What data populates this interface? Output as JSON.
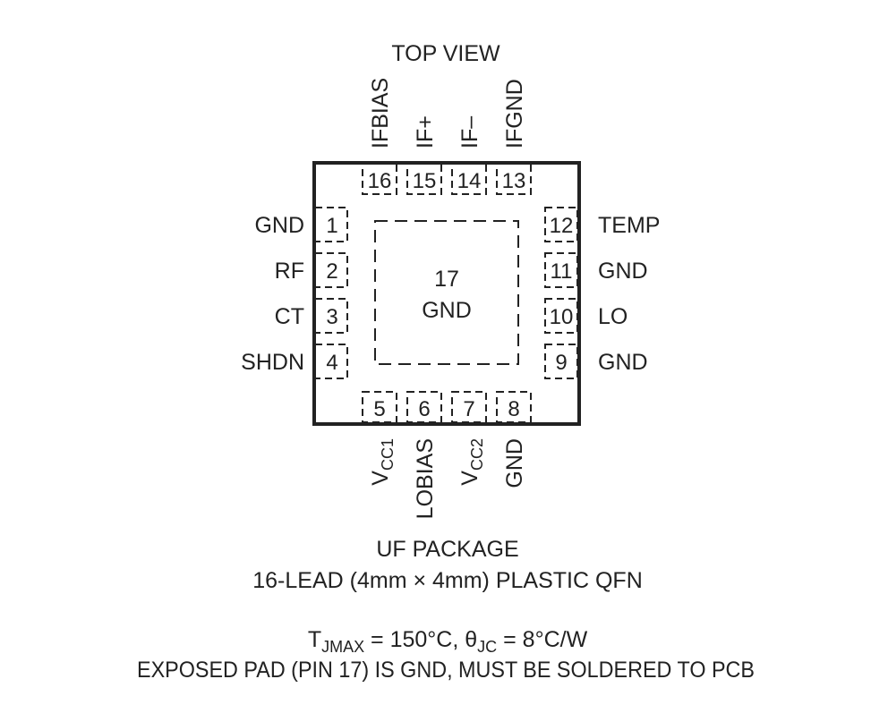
{
  "title": "TOP VIEW",
  "pins_top": [
    {
      "num": "16",
      "name": "IFBIAS"
    },
    {
      "num": "15",
      "name": "IF+"
    },
    {
      "num": "14",
      "name": "IF–"
    },
    {
      "num": "13",
      "name": "IFGND"
    }
  ],
  "pins_left": [
    {
      "num": "1",
      "name": "GND"
    },
    {
      "num": "2",
      "name": "RF"
    },
    {
      "num": "3",
      "name": "CT"
    },
    {
      "num": "4",
      "name": "SHDN"
    }
  ],
  "pins_right": [
    {
      "num": "12",
      "name": "TEMP"
    },
    {
      "num": "11",
      "name": "GND"
    },
    {
      "num": "10",
      "name": "LO"
    },
    {
      "num": "9",
      "name": "GND"
    }
  ],
  "pins_bottom": [
    {
      "num": "5",
      "name": "V",
      "sub": "CC1"
    },
    {
      "num": "6",
      "name": "LOBIAS",
      "sub": ""
    },
    {
      "num": "7",
      "name": "V",
      "sub": "CC2"
    },
    {
      "num": "8",
      "name": "GND",
      "sub": ""
    }
  ],
  "exposed_pad": {
    "num": "17",
    "name": "GND"
  },
  "package_line1": "UF PACKAGE",
  "package_line2": "16-LEAD (4mm × 4mm) PLASTIC QFN",
  "thermal": {
    "t": "T",
    "t_sub": "JMAX",
    "t_val": " = 150°C, ",
    "theta": "θ",
    "theta_sub": "JC",
    "theta_val": " = 8°C/W"
  },
  "note": "EXPOSED PAD (PIN 17) IS GND, MUST BE SOLDERED TO PCB"
}
